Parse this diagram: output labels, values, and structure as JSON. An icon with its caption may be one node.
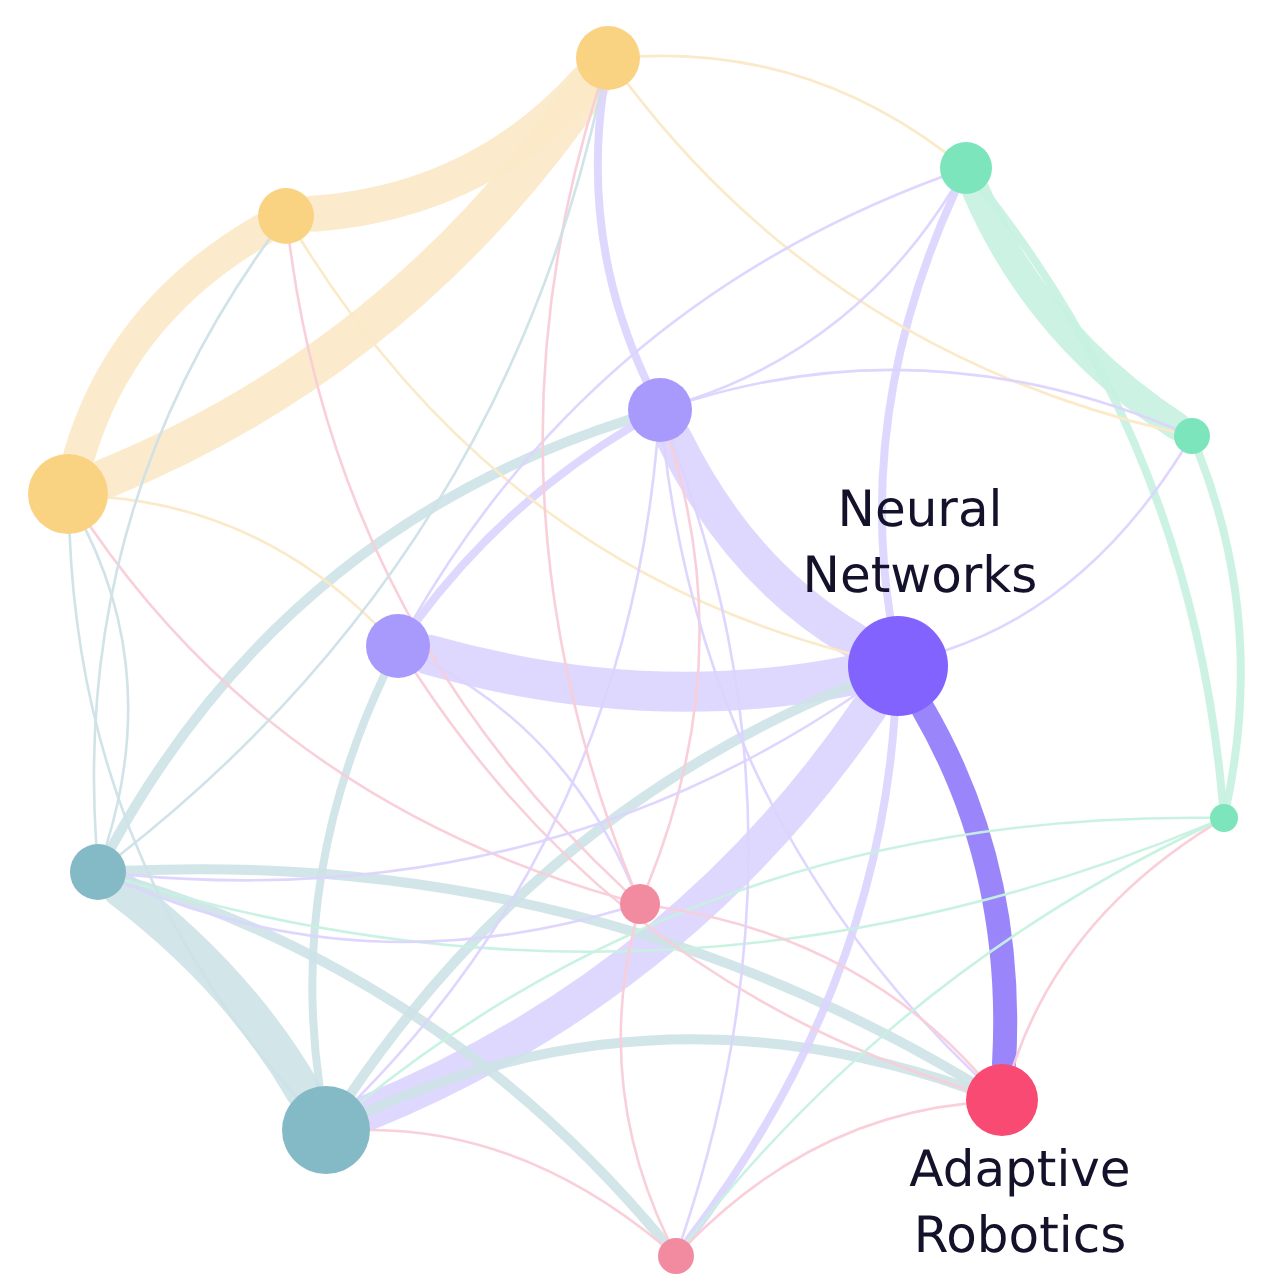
{
  "diagram": {
    "nodes": [
      {
        "text": [],
        "shape": "circle"
      },
      {
        "text": [],
        "shape": "circle"
      },
      {
        "text": [],
        "shape": "circle"
      },
      {
        "text": [],
        "shape": "circle"
      },
      {
        "text": [],
        "shape": "circle"
      },
      {
        "text": [],
        "shape": "circle"
      },
      {
        "text": [],
        "shape": "circle"
      },
      {
        "text": [],
        "shape": "circle"
      },
      {
        "text": [
          "Neural Networks"
        ]
      },
      {
        "text": [],
        "shape": "circle"
      },
      {
        "text": [],
        "shape": "circle"
      },
      {
        "text": [],
        "shape": "circle"
      },
      {
        "text": [
          "Adaptive Robotics"
        ]
      },
      {
        "text": [],
        "shape": "circle"
      }
    ],
    "edges": [
      {
        "from": 0,
        "to": 2,
        "arrow": "none",
        "style": "thick",
        "color": "#fbe9c6"
      },
      {
        "from": 0,
        "to": 1,
        "arrow": "none",
        "style": "thick",
        "color": "#fbe9c6"
      },
      {
        "from": 1,
        "to": 2,
        "arrow": "none",
        "style": "thick",
        "color": "#fbe9c6"
      },
      {
        "from": 3,
        "to": 4,
        "arrow": "none",
        "style": "thick",
        "color": "#c6f1e0"
      },
      {
        "from": 6,
        "to": 8,
        "arrow": "none",
        "style": "thick",
        "color": "#dcd4fe"
      },
      {
        "from": 7,
        "to": 8,
        "arrow": "none",
        "style": "thick",
        "color": "#dcd4fe"
      },
      {
        "from": 8,
        "to": 12,
        "arrow": "none",
        "style": "thick",
        "color": "#9078fb"
      },
      {
        "from": 8,
        "to": 10,
        "arrow": "none",
        "style": "thick",
        "color": "#dcd4fe"
      },
      {
        "from": 9,
        "to": 10,
        "arrow": "none",
        "style": "thick",
        "color": "#cde2e7"
      },
      {
        "from": 9,
        "to": 12,
        "arrow": "none",
        "style": "thick",
        "color": "#cde2e7"
      },
      {
        "from": 10,
        "to": 12,
        "arrow": "none",
        "style": "thick",
        "color": "#cde2e7"
      },
      {
        "from": 9,
        "to": 6,
        "arrow": "none",
        "style": "thick",
        "color": "#cde2e7"
      },
      {
        "from": 10,
        "to": 8,
        "arrow": "none",
        "style": "thick",
        "color": "#cde2e7"
      },
      {
        "from": 9,
        "to": 13,
        "arrow": "none",
        "style": "thick",
        "color": "#cde2e7"
      },
      {
        "from": 3,
        "to": 8,
        "arrow": "none",
        "style": "thick",
        "color": "#dcd4fe"
      },
      {
        "from": 0,
        "to": 6,
        "arrow": "none",
        "style": "thick",
        "color": "#dcd4fe"
      },
      {
        "from": 13,
        "to": 8,
        "arrow": "none",
        "style": "thick",
        "color": "#dcd4fe"
      },
      {
        "from": 3,
        "to": 5,
        "arrow": "none",
        "style": "thick",
        "color": "#c6f1e0"
      },
      {
        "from": 4,
        "to": 5,
        "arrow": "none",
        "style": "thick",
        "color": "#c6f1e0"
      },
      {
        "from": 10,
        "to": 7,
        "arrow": "none",
        "style": "thick",
        "color": "#cde2e7"
      },
      {
        "from": 6,
        "to": 7,
        "arrow": "none",
        "style": "thick",
        "color": "#dcd4fe"
      },
      {
        "from": 9,
        "to": 2,
        "arrow": "none",
        "color": "#cde2e7"
      },
      {
        "from": 0,
        "to": 3,
        "arrow": "none",
        "color": "#fbe9c6"
      },
      {
        "from": 0,
        "to": 4,
        "arrow": "none",
        "color": "#fbe9c6"
      },
      {
        "from": 1,
        "to": 8,
        "arrow": "none",
        "color": "#fbe9c6"
      },
      {
        "from": 1,
        "to": 11,
        "arrow": "none",
        "color": "#f9cdd7"
      },
      {
        "from": 2,
        "to": 7,
        "arrow": "none",
        "color": "#fbe9c6"
      },
      {
        "from": 2,
        "to": 11,
        "arrow": "none",
        "color": "#f9cdd7"
      },
      {
        "from": 6,
        "to": 11,
        "arrow": "none",
        "color": "#f9cdd7"
      },
      {
        "from": 6,
        "to": 12,
        "arrow": "none",
        "color": "#dcd4fe"
      },
      {
        "from": 6,
        "to": 4,
        "arrow": "none",
        "color": "#dcd4fe"
      },
      {
        "from": 3,
        "to": 7,
        "arrow": "none",
        "color": "#dcd4fe"
      },
      {
        "from": 4,
        "to": 8,
        "arrow": "none",
        "color": "#dcd4fe"
      },
      {
        "from": 5,
        "to": 12,
        "arrow": "none",
        "color": "#f9cdd7"
      },
      {
        "from": 5,
        "to": 9,
        "arrow": "none",
        "color": "#c6f1e0"
      },
      {
        "from": 5,
        "to": 10,
        "arrow": "none",
        "color": "#c6f1e0"
      },
      {
        "from": 7,
        "to": 11,
        "arrow": "none",
        "color": "#dcd4fe"
      },
      {
        "from": 7,
        "to": 12,
        "arrow": "none",
        "color": "#f9cdd7"
      },
      {
        "from": 11,
        "to": 12,
        "arrow": "none",
        "color": "#f9cdd7"
      },
      {
        "from": 11,
        "to": 13,
        "arrow": "none",
        "color": "#f9cdd7"
      },
      {
        "from": 11,
        "to": 9,
        "arrow": "none",
        "color": "#dcd4fe"
      },
      {
        "from": 13,
        "to": 10,
        "arrow": "none",
        "color": "#f9cdd7"
      },
      {
        "from": 13,
        "to": 12,
        "arrow": "none",
        "color": "#f9cdd7"
      },
      {
        "from": 13,
        "to": 5,
        "arrow": "none",
        "color": "#c6f1e0"
      },
      {
        "from": 6,
        "to": 10,
        "arrow": "none",
        "color": "#dcd4fe"
      },
      {
        "from": 9,
        "to": 8,
        "arrow": "none",
        "color": "#dcd4fe"
      },
      {
        "from": 6,
        "to": 13,
        "arrow": "none",
        "color": "#dcd4fe"
      },
      {
        "from": 0,
        "to": 11,
        "arrow": "none",
        "color": "#f9cdd7"
      },
      {
        "from": 3,
        "to": 6,
        "arrow": "none",
        "color": "#dcd4fe"
      },
      {
        "from": 1,
        "to": 9,
        "arrow": "none",
        "color": "#cde2e7"
      },
      {
        "from": 0,
        "to": 9,
        "arrow": "none",
        "color": "#cde2e7"
      },
      {
        "from": 2,
        "to": 10,
        "arrow": "none",
        "color": "#cde2e7"
      }
    ]
  }
}
